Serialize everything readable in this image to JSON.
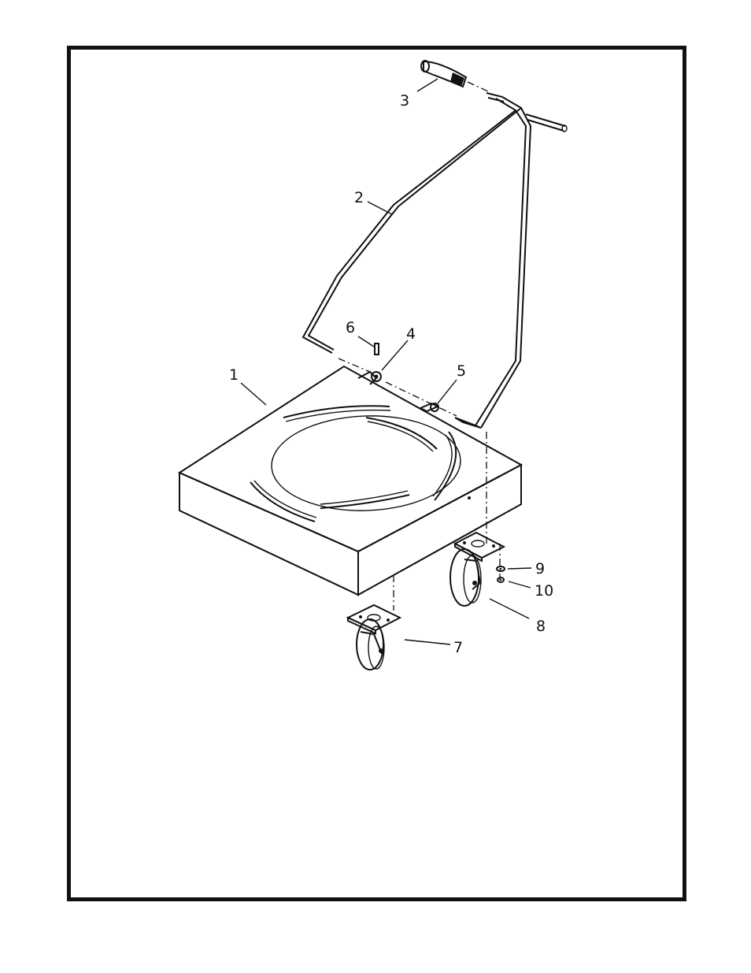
{
  "diagram": {
    "callouts": [
      {
        "id": "1",
        "text": "1"
      },
      {
        "id": "2",
        "text": "2"
      },
      {
        "id": "3",
        "text": "3"
      },
      {
        "id": "4",
        "text": "4"
      },
      {
        "id": "5",
        "text": "5"
      },
      {
        "id": "6",
        "text": "6"
      },
      {
        "id": "7",
        "text": "7"
      },
      {
        "id": "8",
        "text": "8"
      },
      {
        "id": "9",
        "text": "9"
      },
      {
        "id": "10",
        "text": "10"
      }
    ]
  }
}
